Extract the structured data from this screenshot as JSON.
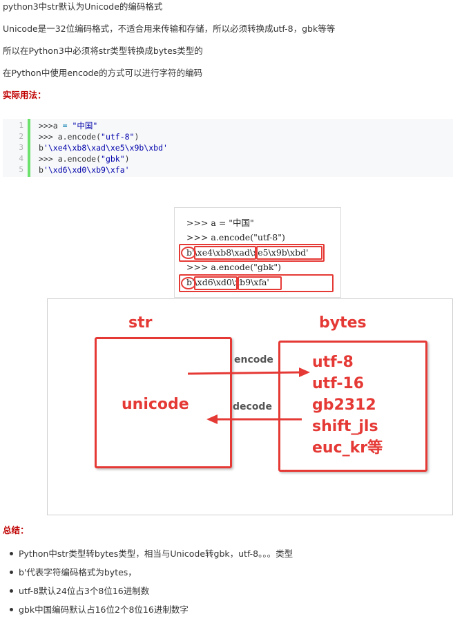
{
  "paragraphs": [
    "python3中str默认为Unicode的编码格式",
    "Unicode是一32位编码格式，不适合用来传输和存储，所以必须转换成utf-8，gbk等等",
    "所以在Python3中必须将str类型转换成bytes类型的",
    "在Python中使用encode的方式可以进行字符的编码"
  ],
  "usage_heading": "实际用法：",
  "code": {
    "line_numbers": [
      "1",
      "2",
      "3",
      "4",
      "5"
    ],
    "lines": [
      {
        "prefix": ">>>a ",
        "op": "=",
        "str": "\"中国\""
      },
      {
        "prefix": ">>> a.encode(",
        "str": "\"utf-8\"",
        "suffix": ")"
      },
      {
        "prefix": "b",
        "str": "'\\xe4\\xb8\\xad\\xe5\\x9b\\xbd'"
      },
      {
        "prefix": ">>> a.encode(",
        "str": "\"gbk\"",
        "suffix": ")"
      },
      {
        "prefix": "b",
        "str": "'\\xd6\\xd0\\xb9\\xfa'"
      }
    ]
  },
  "screenshot_image": {
    "lines": [
      ">>> a = \"中国\"",
      ">>> a.encode(\"utf-8\")",
      "b'\\xe4\\xb8\\xad\\xe5\\x9b\\xbd'",
      ">>> a.encode(\"gbk\")",
      "b'\\xd6\\xd0\\xb9\\xfa'"
    ]
  },
  "diagram": {
    "str_title": "str",
    "bytes_title": "bytes",
    "left_box_label": "unicode",
    "encode_label": "encode",
    "decode_label": "decode",
    "encodings": [
      "utf-8",
      "utf-16",
      "gb2312",
      "shift_jls",
      "euc_kr等"
    ],
    "accent_color": "#e53935"
  },
  "summary_heading": "总结：",
  "summary_items": [
    "Python中str类型转bytes类型，相当与Unicode转gbk，utf-8。。。类型",
    "b'代表字符编码格式为bytes，",
    "utf-8默认24位占3个8位16进制数",
    "gbk中国编码默认占16位2个8位16进制数字"
  ]
}
